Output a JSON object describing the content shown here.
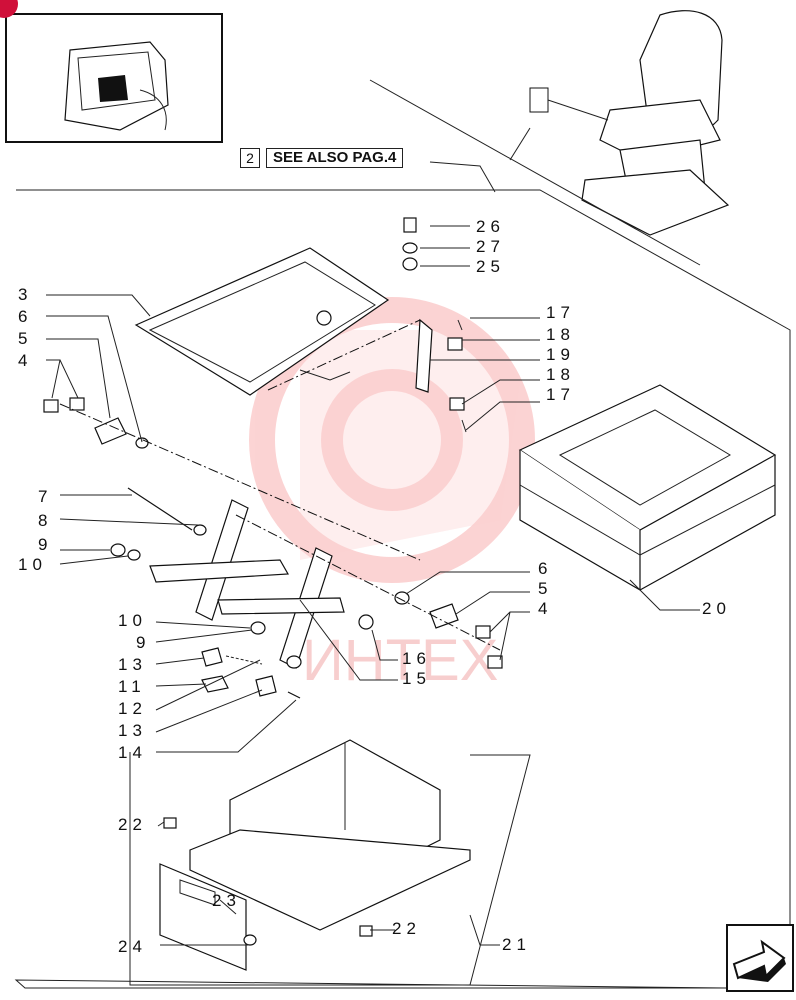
{
  "header": {
    "ref_number": "2",
    "see_also": "SEE ALSO PAG.4"
  },
  "colors": {
    "watermark": "#f03a3a",
    "badge": "#d0103a"
  },
  "watermark": {
    "text": "ИНТЕХ"
  },
  "callouts": [
    {
      "id": "c3",
      "text": "3"
    },
    {
      "id": "c6a",
      "text": "6"
    },
    {
      "id": "c5a",
      "text": "5"
    },
    {
      "id": "c4a",
      "text": "4"
    },
    {
      "id": "c7",
      "text": "7"
    },
    {
      "id": "c8",
      "text": "8"
    },
    {
      "id": "c9a",
      "text": "9"
    },
    {
      "id": "c10a",
      "text": "10"
    },
    {
      "id": "c10b",
      "text": "10"
    },
    {
      "id": "c9b",
      "text": "9"
    },
    {
      "id": "c13a",
      "text": "13"
    },
    {
      "id": "c11",
      "text": "11"
    },
    {
      "id": "c12",
      "text": "12"
    },
    {
      "id": "c13b",
      "text": "13"
    },
    {
      "id": "c14",
      "text": "14"
    },
    {
      "id": "c26",
      "text": "26"
    },
    {
      "id": "c27",
      "text": "27"
    },
    {
      "id": "c25",
      "text": "25"
    },
    {
      "id": "c17a",
      "text": "17"
    },
    {
      "id": "c18a",
      "text": "18"
    },
    {
      "id": "c19",
      "text": "19"
    },
    {
      "id": "c18b",
      "text": "18"
    },
    {
      "id": "c17b",
      "text": "17"
    },
    {
      "id": "c6b",
      "text": "6"
    },
    {
      "id": "c5b",
      "text": "5"
    },
    {
      "id": "c4b",
      "text": "4"
    },
    {
      "id": "c16",
      "text": "16"
    },
    {
      "id": "c15",
      "text": "15"
    },
    {
      "id": "c20",
      "text": "20"
    },
    {
      "id": "c22a",
      "text": "22"
    },
    {
      "id": "c23",
      "text": "23"
    },
    {
      "id": "c24",
      "text": "24"
    },
    {
      "id": "c22b",
      "text": "22"
    },
    {
      "id": "c21",
      "text": "21"
    }
  ]
}
